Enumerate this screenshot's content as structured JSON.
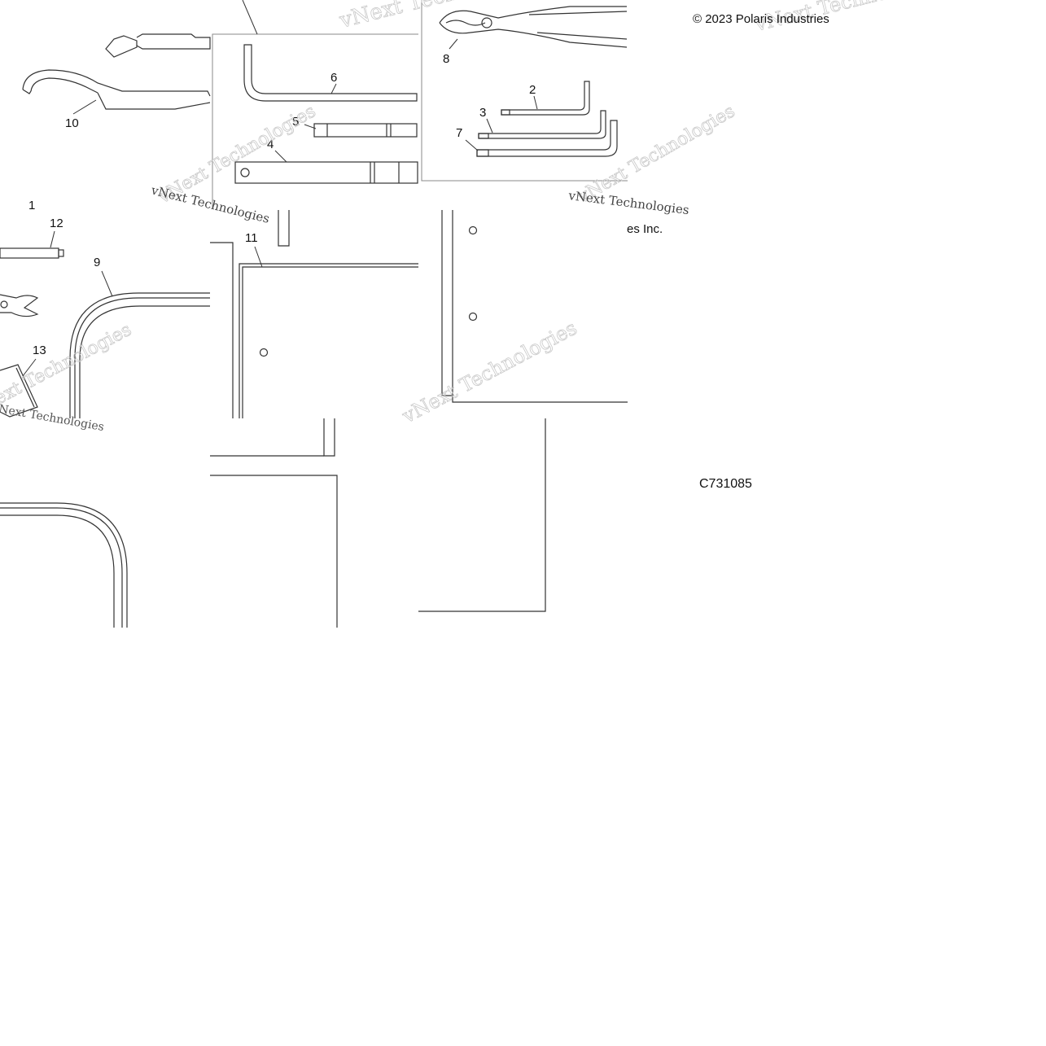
{
  "copyright": "© 2023 Polaris Industries",
  "copyright_fragment": "es Inc.",
  "part_code": "C731085",
  "watermark": "vNext Technologies",
  "callouts": {
    "c1": "1",
    "c2": "2",
    "c3": "3",
    "c4": "4",
    "c5": "5",
    "c6": "6",
    "c7": "7",
    "c8": "8",
    "c9": "9",
    "c10": "10",
    "c11": "11",
    "c12": "12",
    "c13": "13"
  },
  "colors": {
    "line": "#333333",
    "frame": "#888888",
    "watermark": "#c9c9c9"
  }
}
